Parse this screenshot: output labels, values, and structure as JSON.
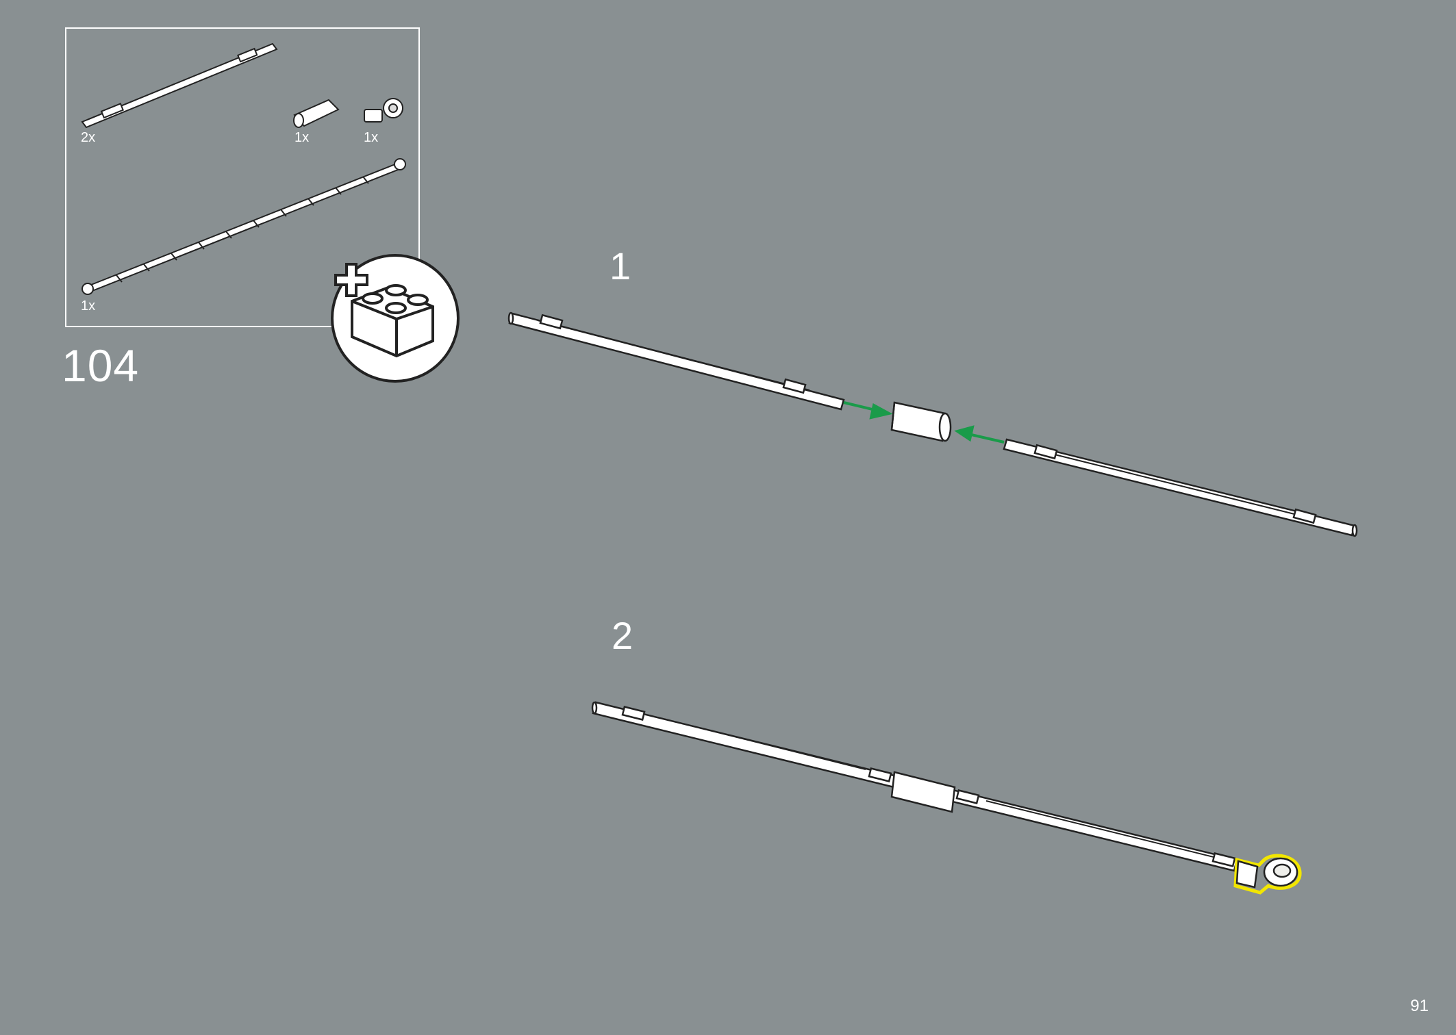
{
  "page": {
    "step_number": "104",
    "page_number": "91",
    "background_color": "#899092"
  },
  "parts_list": {
    "items": [
      {
        "name": "technic-axle-long",
        "quantity": "2x"
      },
      {
        "name": "axle-connector",
        "quantity": "1x"
      },
      {
        "name": "ball-joint-axle",
        "quantity": "1x"
      },
      {
        "name": "ribbed-hose-with-balls",
        "quantity": "1x"
      }
    ]
  },
  "icons": {
    "add_brick": "add-brick-icon"
  },
  "substeps": [
    {
      "label": "1",
      "arrow_color": "#1a9b4a"
    },
    {
      "label": "2",
      "highlight_color": "#f2e600"
    }
  ]
}
